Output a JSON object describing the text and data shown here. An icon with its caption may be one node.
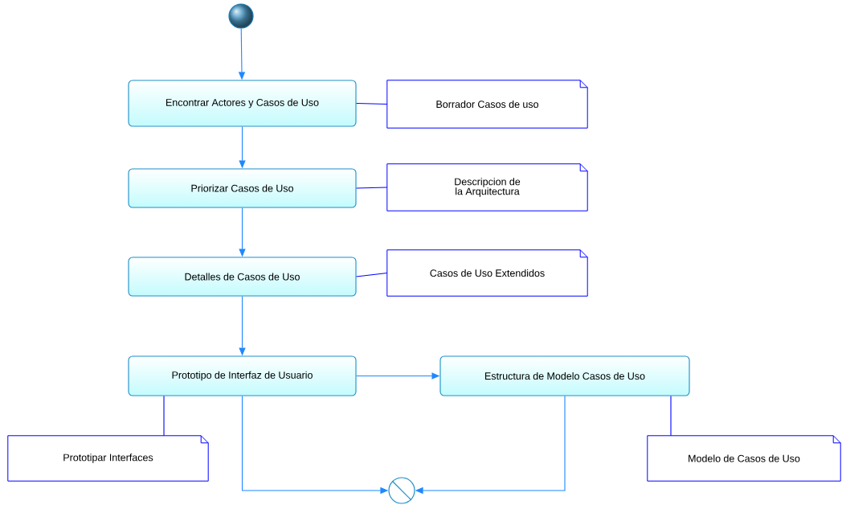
{
  "diagram": {
    "nodes": [
      {
        "text": [],
        "shape": "circle"
      },
      {
        "text": [
          "Encontrar Actores y Casos de Uso"
        ]
      },
      {
        "text": [
          "Borrador Casos de uso"
        ]
      },
      {
        "text": [
          "Priorizar Casos de Uso"
        ]
      },
      {
        "text": [
          "Descripcion de la Arquitectura"
        ]
      },
      {
        "text": [
          "Detalles de Casos de Uso"
        ]
      },
      {
        "text": [
          "Casos de Uso Extendidos"
        ]
      },
      {
        "text": [
          "Prototipo de Interfaz de Usuario"
        ]
      },
      {
        "text": [
          "Estructura de Modelo Casos de Uso"
        ]
      },
      {
        "text": [
          "Prototipar Interfaces"
        ]
      },
      {
        "text": [
          "Modelo de Casos de Uso"
        ]
      },
      {
        "text": [],
        "shape": "circle"
      }
    ],
    "edges": [
      {
        "from": 0,
        "to": 1,
        "arrow": "to"
      },
      {
        "from": 1,
        "to": 3,
        "arrow": "to"
      },
      {
        "from": 3,
        "to": 5,
        "arrow": "to"
      },
      {
        "from": 5,
        "to": 7,
        "arrow": "to"
      },
      {
        "from": 7,
        "to": 8,
        "arrow": "to"
      },
      {
        "from": 7,
        "to": 11,
        "arrow": "to"
      },
      {
        "from": 8,
        "to": 11,
        "arrow": "to"
      },
      {
        "from": 1,
        "to": 2,
        "arrow": "none",
        "color": "#0000ff"
      },
      {
        "from": 3,
        "to": 4,
        "arrow": "none",
        "color": "#0000ff"
      },
      {
        "from": 5,
        "to": 6,
        "arrow": "none",
        "color": "#0000ff"
      },
      {
        "from": 7,
        "to": 9,
        "arrow": "none",
        "color": "#0000ff"
      },
      {
        "from": 8,
        "to": 10,
        "arrow": "none",
        "color": "#0000ff"
      }
    ]
  }
}
